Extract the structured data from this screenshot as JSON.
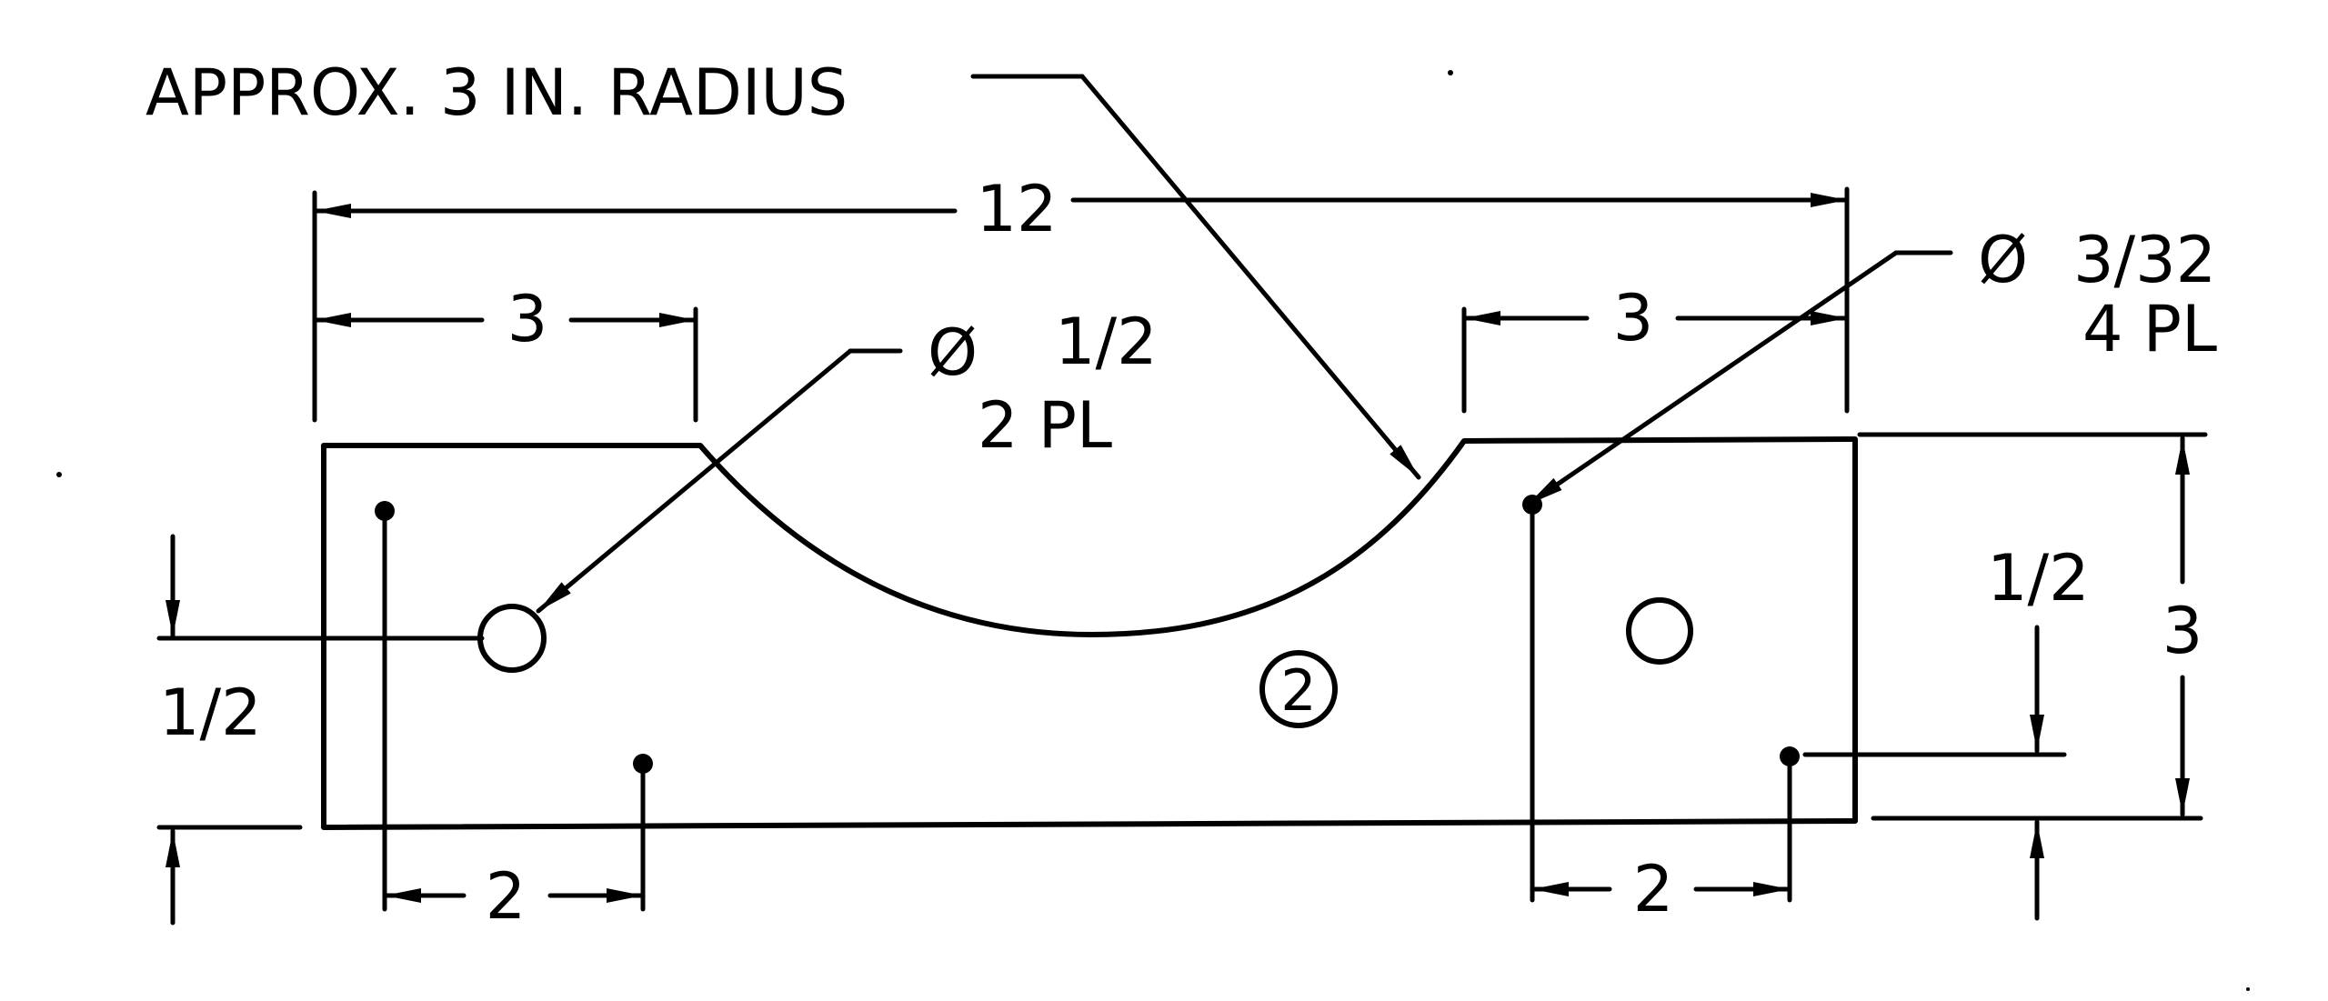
{
  "labels": {
    "radius_note": "APPROX. 3 IN. RADIUS",
    "overall_length": "12",
    "left_inset": "3",
    "right_inset": "3",
    "large_hole_symbol": "Ø",
    "large_hole_size": "1/2",
    "large_hole_count": "2 PL",
    "small_hole_symbol": "Ø",
    "small_hole_size": "3/32",
    "small_hole_count": "4 PL",
    "left_offset": "1/2",
    "right_offset": "1/2",
    "height": "3",
    "left_spacing": "2",
    "right_spacing": "2",
    "part_number": "2"
  }
}
